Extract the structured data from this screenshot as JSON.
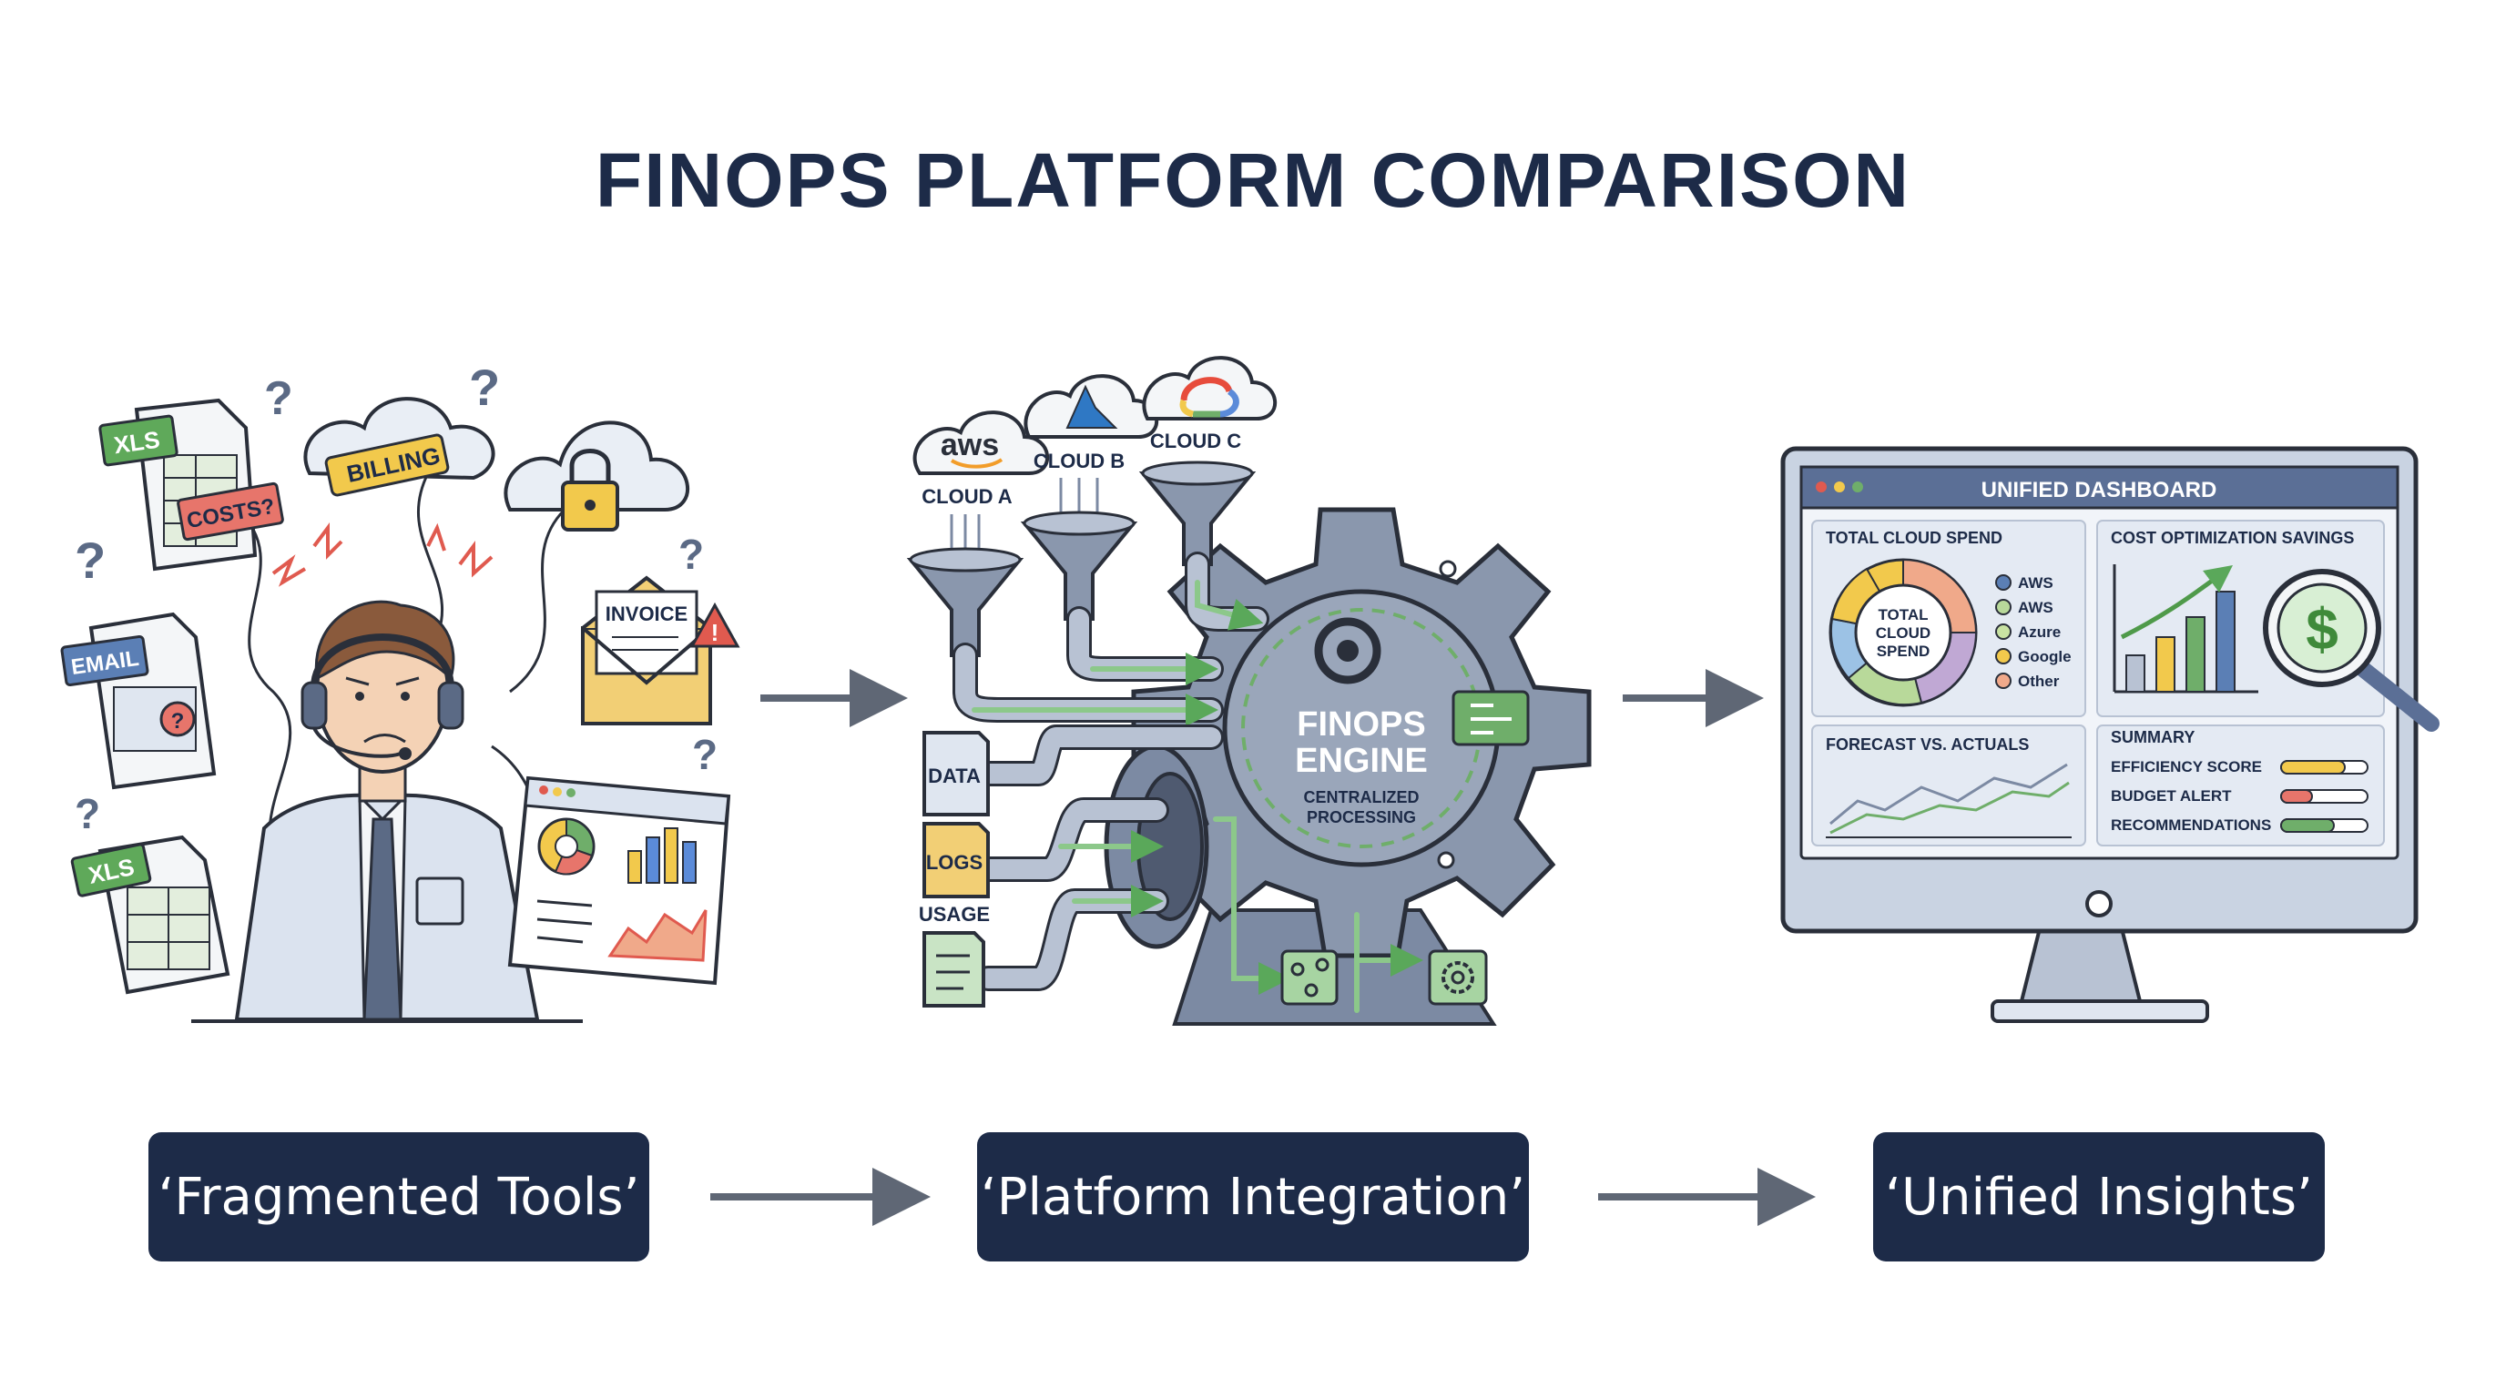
{
  "title": "FINOPS PLATFORM COMPARISON",
  "stages": [
    {
      "label": "‘Fragmented Tools’"
    },
    {
      "label": "‘Platform Integration’"
    },
    {
      "label": "‘Unified Insights’"
    }
  ],
  "fragmented": {
    "xls_top": "XLS",
    "costs_tag": "COSTS?",
    "billing_tag": "BILLING",
    "email_tag": "EMAIL",
    "invoice_tag": "INVOICE",
    "xls_bottom": "XLS",
    "question_mark": "?"
  },
  "integration": {
    "aws_logo": "aws",
    "cloud_a": "CLOUD A",
    "cloud_b": "CLOUD B",
    "cloud_c": "CLOUD C",
    "data": "DATA",
    "logs": "LOGS",
    "usage": "USAGE",
    "engine_line1": "FINOPS",
    "engine_line2": "ENGINE",
    "engine_sub1": "CENTRALIZED",
    "engine_sub2": "PROCESSING"
  },
  "dashboard": {
    "title": "UNIFIED DASHBOARD",
    "total_spend_title": "TOTAL CLOUD SPEND",
    "donut_line1": "TOTAL",
    "donut_line2": "CLOUD",
    "donut_line3": "SPEND",
    "legend": [
      "AWS",
      "AWS",
      "Azure",
      "Google",
      "Other"
    ],
    "savings_title": "COST OPTIMIZATION SAVINGS",
    "dollar": "$",
    "forecast_title": "FORECAST VS. ACTUALS",
    "summary_title": "SUMMARY",
    "summary_rows": [
      "EFFICIENCY SCORE",
      "BUDGET ALERT",
      "RECOMMENDATIONS"
    ]
  },
  "colors": {
    "navy": "#1d2b48",
    "slate": "#7c8aa3",
    "green": "#6fae6a",
    "red": "#d9534f",
    "yellow": "#f2c94c",
    "blue": "#5b8bd9"
  }
}
